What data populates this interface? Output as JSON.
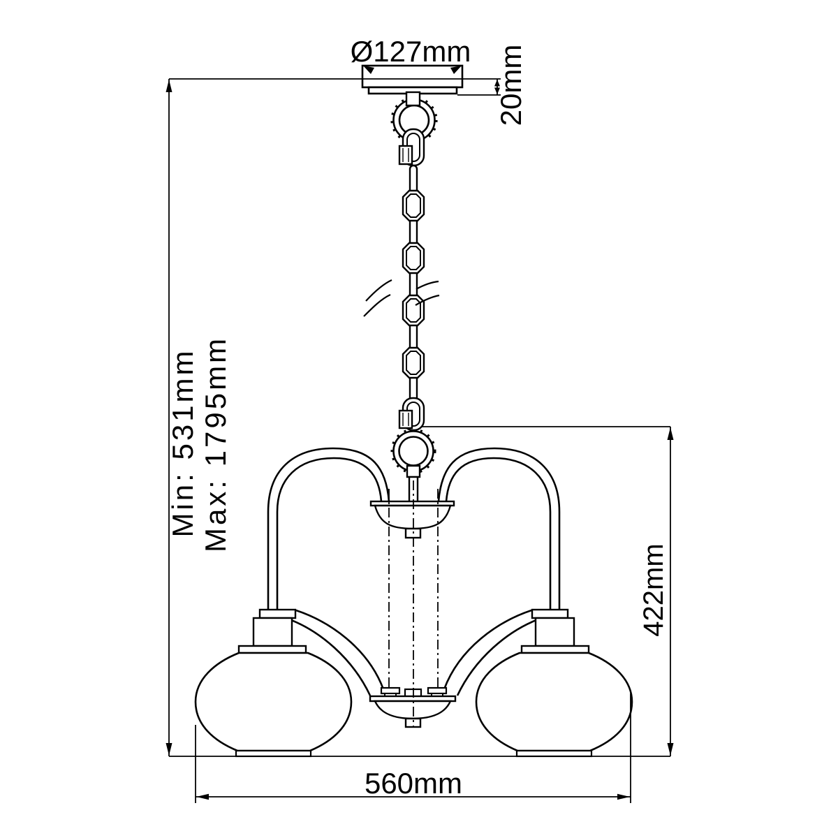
{
  "figure": {
    "kind": "technical line drawing",
    "subject": "3-light chandelier with chain suspension — dimension diagram",
    "background_color": "#ffffff",
    "line_color": "#000000"
  },
  "dims": {
    "canopy_diameter": {
      "label": "Ø127mm",
      "value_mm": 127,
      "orientation": "horizontal"
    },
    "canopy_height": {
      "label": "20mm",
      "value_mm": 20,
      "orientation": "vertical"
    },
    "suspension_min": {
      "label": "Min: 531mm",
      "value_mm": 531,
      "orientation": "vertical"
    },
    "suspension_max": {
      "label": "Max: 1795mm",
      "value_mm": 1795,
      "orientation": "vertical"
    },
    "body_height": {
      "label": "422mm",
      "value_mm": 422,
      "orientation": "vertical"
    },
    "body_width": {
      "label": "560mm",
      "value_mm": 560,
      "orientation": "horizontal"
    }
  }
}
